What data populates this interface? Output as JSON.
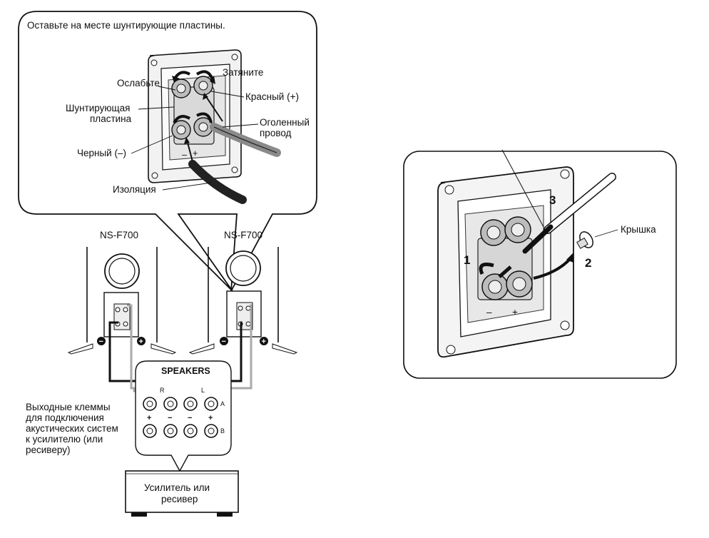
{
  "callout": {
    "instruction": "Оставьте на месте шунтирующие пластины.",
    "loosen": "Ослабьте",
    "tighten": "Затяните",
    "red_plus": "Красный (+)",
    "jumper_line1": "Шунтирующая",
    "jumper_line2": "пластина",
    "bare_wire_line1": "Оголенный",
    "bare_wire_line2": "провод",
    "black_minus": "Черный (–)",
    "insulation": "Изоляция",
    "minus_sign": "–",
    "plus_sign": "+"
  },
  "speakers": {
    "left_model": "NS-F700",
    "right_model": "NS-F700",
    "minus_symbol": "−",
    "plus_symbol": "+"
  },
  "amp_panel": {
    "title": "SPEAKERS",
    "channel_r": "R",
    "channel_l": "L",
    "row_a": "A",
    "row_b": "B",
    "plus": "+",
    "minus": "−"
  },
  "output_terminals": {
    "line1": "Выходные клеммы",
    "line2": "для подключения",
    "line3": "акустических систем",
    "line4": "к усилителю (или",
    "line5": "ресиверу)"
  },
  "amplifier": {
    "line1": "Усилитель или",
    "line2": "ресивер"
  },
  "cap_diagram": {
    "cap_label": "Крышка",
    "step1": "1",
    "step2": "2",
    "step3": "3",
    "minus": "–",
    "plus": "+"
  }
}
